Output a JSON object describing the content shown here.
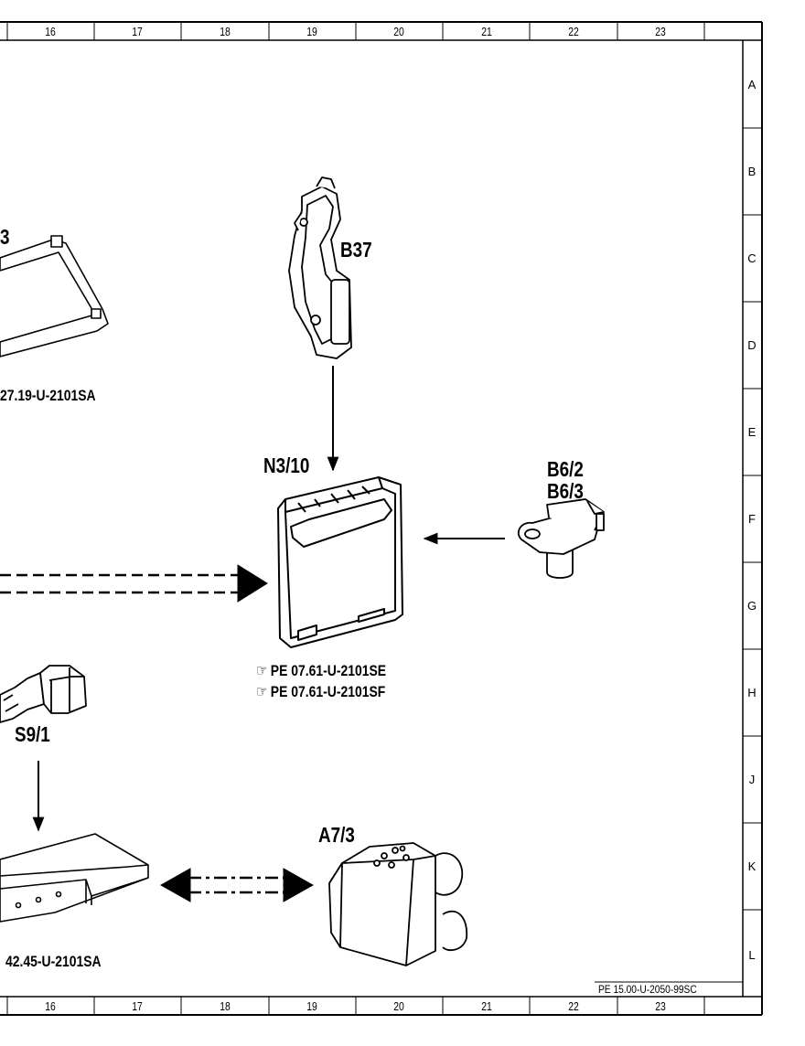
{
  "frame": {
    "columns": [
      "16",
      "17",
      "18",
      "19",
      "20",
      "21",
      "22",
      "23"
    ],
    "rows": [
      "A",
      "B",
      "C",
      "D",
      "E",
      "F",
      "G",
      "H",
      "J",
      "K",
      "L"
    ],
    "drawing_number": "PE 15.00-U-2050-99SC"
  },
  "components": {
    "b37": {
      "label": "B37"
    },
    "n3_10": {
      "label": "N3/10",
      "refs": [
        "PE 07.61-U-2101SE",
        "PE 07.61-U-2101SF"
      ]
    },
    "b6": {
      "label_1": "B6/2",
      "label_2": "B6/3"
    },
    "s9_1": {
      "label": "S9/1"
    },
    "a7_3": {
      "label": "A7/3"
    },
    "left_top": {
      "label_fragment": "3",
      "ref": "27.19-U-2101SA"
    },
    "left_bottom": {
      "ref": "42.45-U-2101SA"
    }
  },
  "icons": {
    "ref_marker": "pointing-hand-icon"
  }
}
